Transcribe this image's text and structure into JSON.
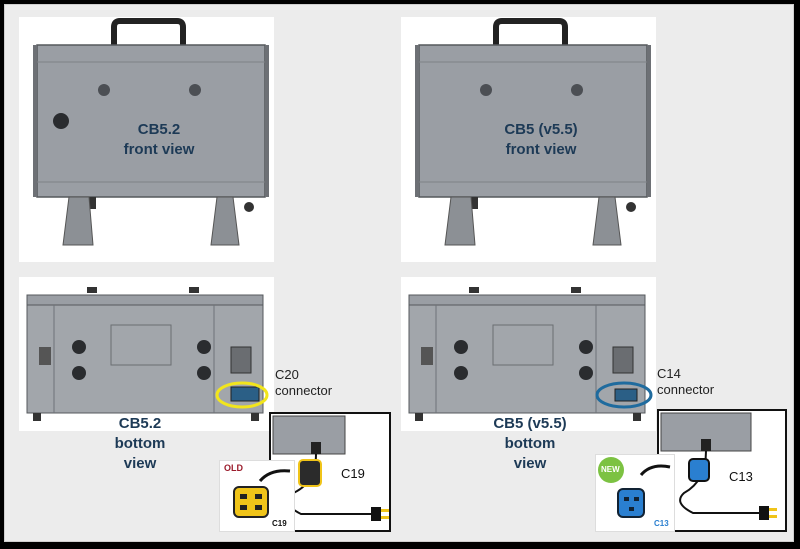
{
  "cb52_front": {
    "line1": "CB5.2",
    "line2": "front view"
  },
  "cb5_front": {
    "line1": "CB5 (v5.5)",
    "line2": "front view"
  },
  "cb52_bottom": {
    "line1": "CB5.2",
    "line2": "bottom",
    "line3": "view"
  },
  "cb5_bottom": {
    "line1": "CB5 (v5.5)",
    "line2": "bottom",
    "line3": "view"
  },
  "left_connector": {
    "name": "C20",
    "word": "connector",
    "highlight_color": "#f2e51c"
  },
  "right_connector": {
    "name": "C14",
    "word": "connector",
    "highlight_color": "#1f6b9e"
  },
  "left_cable": {
    "plug": "C19",
    "badge": "OLD",
    "photo_caption": "C19"
  },
  "right_cable": {
    "plug": "C13",
    "badge": "NEW",
    "photo_caption": "C13"
  },
  "colors": {
    "label": "#1d3a56",
    "box": "#8f9399",
    "old_badge": "#9b1c2c",
    "new_badge": "#7cc242",
    "plug_yellow": "#f0c419",
    "plug_blue": "#2a7fd0"
  }
}
